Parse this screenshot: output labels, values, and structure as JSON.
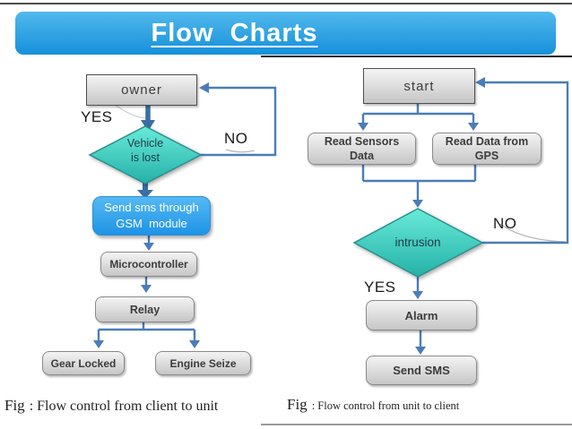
{
  "slide": {
    "title": "Flow  Charts"
  },
  "colors": {
    "banner_top": "#52b9ec",
    "banner_bottom": "#1590da",
    "arrow_blue": "#4a7db8",
    "arrow_thick": "#3a6ea5",
    "diamond_top": "#68ead9",
    "diamond_bottom": "#25b1a8",
    "diamond_border": "#2a918d",
    "blue_box": "#2f9ce8",
    "gray_box": "#d9d9d9"
  },
  "left_chart": {
    "nodes": {
      "owner": "owner",
      "yes_label": "YES",
      "no_label": "NO",
      "decision": {
        "line1": "Vehicle",
        "line2": "is lost"
      },
      "send_sms": {
        "line1": "Send sms through",
        "line2": "GSM  module"
      },
      "microcontroller": "Microcontroller",
      "relay": "Relay",
      "gear_locked": "Gear Locked",
      "engine_seize": "Engine Seize"
    },
    "caption": {
      "fig": "Fig",
      "text": ": Flow control from client to unit"
    }
  },
  "right_chart": {
    "nodes": {
      "start": "start",
      "read_sensors": {
        "line1": "Read Sensors",
        "line2": "Data"
      },
      "read_gps": {
        "line1": "Read Data from",
        "line2": "GPS"
      },
      "decision": "intrusion",
      "no_label": "NO",
      "yes_label": "YES",
      "alarm": "Alarm",
      "send_sms": "Send SMS"
    },
    "caption": {
      "fig": "Fig",
      "text": ": Flow control from unit to client"
    }
  }
}
